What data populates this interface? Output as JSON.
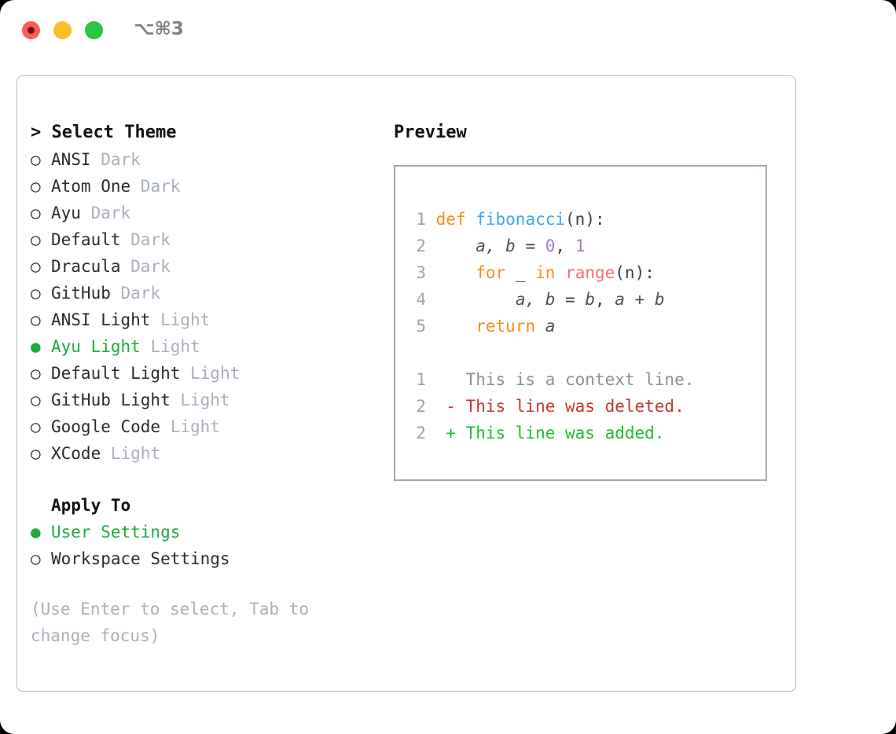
{
  "titlebar": {
    "shortcut": "⌥⌘3",
    "dots": [
      {
        "name": "close",
        "color": "#fa5d55"
      },
      {
        "name": "minimize",
        "color": "#fcbd2e"
      },
      {
        "name": "maximize",
        "color": "#28c840"
      }
    ]
  },
  "theme_picker": {
    "header_marker": ">",
    "header_label": "Select Theme",
    "marker_selected": "●",
    "marker_unselected": "○",
    "selected_color": "#1faa3c",
    "options": [
      {
        "marker": "○",
        "name": "ANSI",
        "kind": "Dark",
        "selected": false
      },
      {
        "marker": "○",
        "name": "Atom One",
        "kind": "Dark",
        "selected": false
      },
      {
        "marker": "○",
        "name": "Ayu",
        "kind": "Dark",
        "selected": false
      },
      {
        "marker": "○",
        "name": "Default",
        "kind": "Dark",
        "selected": false
      },
      {
        "marker": "○",
        "name": "Dracula",
        "kind": "Dark",
        "selected": false
      },
      {
        "marker": "○",
        "name": "GitHub",
        "kind": "Dark",
        "selected": false
      },
      {
        "marker": "○",
        "name": "ANSI Light",
        "kind": "Light",
        "selected": false
      },
      {
        "marker": "●",
        "name": "Ayu Light",
        "kind": "Light",
        "selected": true
      },
      {
        "marker": "○",
        "name": "Default Light",
        "kind": "Light",
        "selected": false
      },
      {
        "marker": "○",
        "name": "GitHub Light",
        "kind": "Light",
        "selected": false
      },
      {
        "marker": "○",
        "name": "Google Code",
        "kind": "Light",
        "selected": false
      },
      {
        "marker": "○",
        "name": "XCode",
        "kind": "Light",
        "selected": false
      }
    ]
  },
  "apply_to": {
    "title": "Apply To",
    "options": [
      {
        "marker": "●",
        "name": "User Settings",
        "selected": true
      },
      {
        "marker": "○",
        "name": "Workspace Settings",
        "selected": false
      }
    ]
  },
  "hint": "(Use Enter to select, Tab to change focus)",
  "preview": {
    "title": "Preview",
    "code_lines": [
      {
        "n": "1",
        "segments": [
          {
            "t": "def ",
            "c": "kw"
          },
          {
            "t": "fibonacci",
            "c": "fn"
          },
          {
            "t": "(n):",
            "c": "pun"
          }
        ]
      },
      {
        "n": "2",
        "segments": [
          {
            "t": "    ",
            "c": "pun"
          },
          {
            "t": "a, b",
            "c": "var"
          },
          {
            "t": " = ",
            "c": "pun"
          },
          {
            "t": "0",
            "c": "num"
          },
          {
            "t": ", ",
            "c": "pun"
          },
          {
            "t": "1",
            "c": "num"
          }
        ]
      },
      {
        "n": "3",
        "segments": [
          {
            "t": "    ",
            "c": "pun"
          },
          {
            "t": "for",
            "c": "kw"
          },
          {
            "t": " _ ",
            "c": "pun"
          },
          {
            "t": "in",
            "c": "kw"
          },
          {
            "t": " ",
            "c": "pun"
          },
          {
            "t": "range",
            "c": "bi"
          },
          {
            "t": "(n):",
            "c": "pun"
          }
        ]
      },
      {
        "n": "4",
        "segments": [
          {
            "t": "        ",
            "c": "pun"
          },
          {
            "t": "a, b",
            "c": "var"
          },
          {
            "t": " = ",
            "c": "pun"
          },
          {
            "t": "b",
            "c": "var"
          },
          {
            "t": ", ",
            "c": "pun"
          },
          {
            "t": "a + b",
            "c": "var"
          }
        ]
      },
      {
        "n": "5",
        "segments": [
          {
            "t": "    ",
            "c": "pun"
          },
          {
            "t": "return",
            "c": "kw"
          },
          {
            "t": " ",
            "c": "pun"
          },
          {
            "t": "a",
            "c": "var"
          }
        ]
      }
    ],
    "diff_lines": [
      {
        "n": "1",
        "sign": " ",
        "text": "This is a context line.",
        "cls": "d-ctx"
      },
      {
        "n": "2",
        "sign": "-",
        "text": "This line was deleted.",
        "cls": "d-del"
      },
      {
        "n": "2",
        "sign": "+",
        "text": "This line was added.",
        "cls": "d-add"
      }
    ]
  }
}
